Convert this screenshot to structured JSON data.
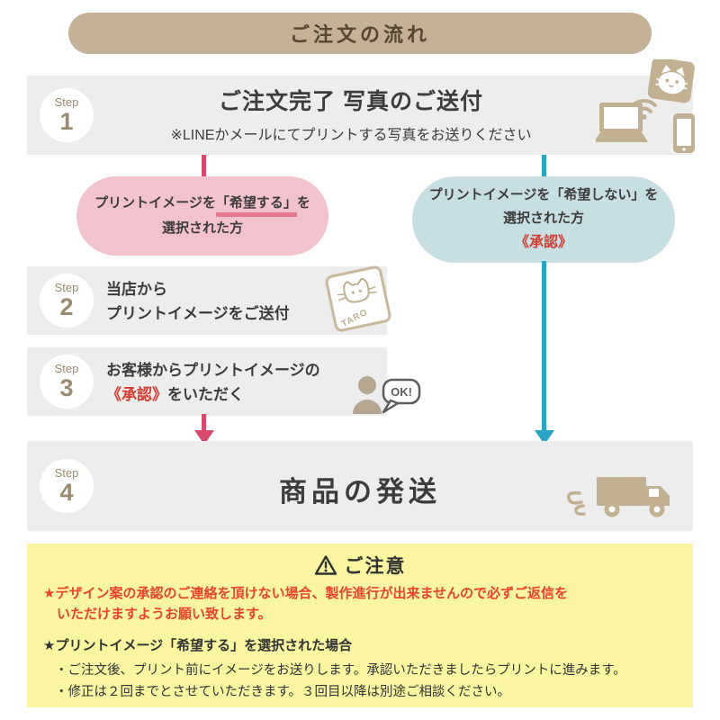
{
  "colors": {
    "title_bg": "#c3b198",
    "step_box_bg": "#ededed",
    "step_circle_text": "#9a8a6e",
    "pink_bubble": "#f2c3cd",
    "pink_underline": "#e2798f",
    "blue_bubble": "#c7dfe3",
    "red_arrow": "#d6496b",
    "blue_arrow": "#2aa4c5",
    "approval_red": "#d63c31",
    "caution_bg": "#f9f5a1",
    "caution_red_text": "#e8442e",
    "icon_tan": "#c2b092"
  },
  "header": {
    "title": "ご注文の流れ"
  },
  "step1": {
    "label": "Step",
    "number": "1",
    "title": "ご注文完了 写真のご送付",
    "subtitle": "※LINEかメールにてプリントする写真をお送りください"
  },
  "branch_left": {
    "line1_pre": "プリントイメージを",
    "line1_highlight": "「希望する」",
    "line1_post": "を",
    "line2": "選択された方"
  },
  "branch_right": {
    "line1": "プリントイメージを「希望しない」を",
    "line2": "選択された方",
    "approval": "《承認》"
  },
  "step2": {
    "label": "Step",
    "number": "2",
    "line1": "当店から",
    "line2": "プリントイメージをご送付",
    "card_text": "TARO"
  },
  "step3": {
    "label": "Step",
    "number": "3",
    "line1": "お客様からプリントイメージの",
    "approval": "《承認》",
    "line2_rest": "をいただく",
    "ok": "OK!"
  },
  "step4": {
    "label": "Step",
    "number": "4",
    "title": "商品の発送"
  },
  "caution": {
    "title": "ご注意",
    "red_line1": "★デザイン案の承認のご連絡を頂けない場合、製作進行が出来ませんので必ずご返信を",
    "red_line2": "いただけますようお願い致します。",
    "case_title": "★プリントイメージ「希望する」を選択された場合",
    "bullet1": "・ご注文後、プリント前にイメージをお送りします。承認いただきましたらプリントに進みます。",
    "bullet2": "・修正は２回までとさせていただきます。３回目以降は別途ご相談ください。"
  }
}
